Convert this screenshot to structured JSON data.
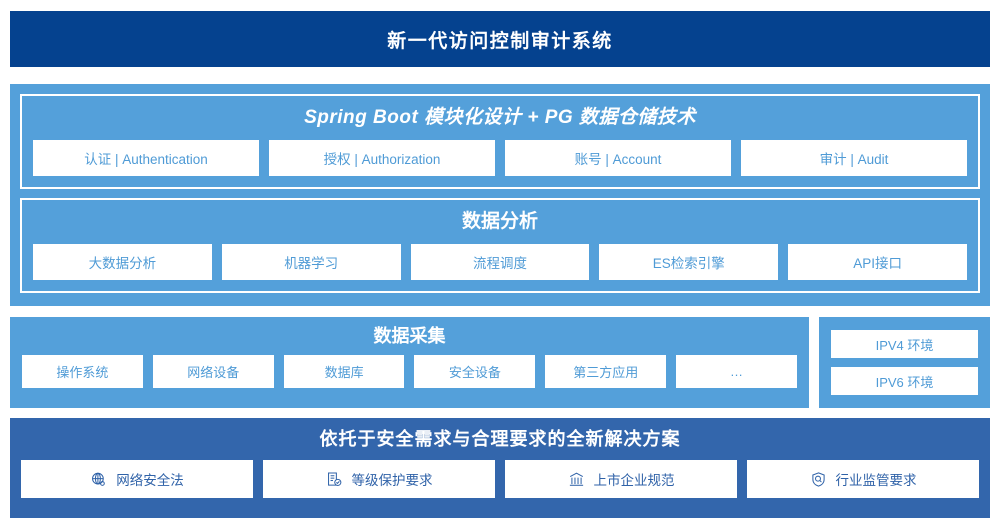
{
  "header": {
    "title": "新一代访问控制审计系统"
  },
  "platform": {
    "spring": {
      "title": "Spring Boot 模块化设计 + PG 数据仓储技术",
      "chips": [
        {
          "label": "认证 | Authentication"
        },
        {
          "label": "授权 | Authorization"
        },
        {
          "label": "账号 | Account"
        },
        {
          "label": "审计 | Audit"
        }
      ]
    },
    "analysis": {
      "title": "数据分析",
      "chips": [
        {
          "label": "大数据分析"
        },
        {
          "label": "机器学习"
        },
        {
          "label": "流程调度"
        },
        {
          "label": "ES检索引擎"
        },
        {
          "label": "API接口"
        }
      ]
    }
  },
  "collection": {
    "title": "数据采集",
    "chips": [
      {
        "label": "操作系统"
      },
      {
        "label": "网络设备"
      },
      {
        "label": "数据库"
      },
      {
        "label": "安全设备"
      },
      {
        "label": "第三方应用"
      },
      {
        "label": "…"
      }
    ],
    "environments": [
      {
        "label": "IPV4 环境"
      },
      {
        "label": "IPV6 环境"
      }
    ]
  },
  "solution": {
    "title": "依托于安全需求与合理要求的全新解决方案",
    "chips": [
      {
        "label": "网络安全法",
        "icon": "globe-icon"
      },
      {
        "label": "等级保护要求",
        "icon": "document-check-icon"
      },
      {
        "label": "上市企业规范",
        "icon": "bank-icon"
      },
      {
        "label": "行业监管要求",
        "icon": "shield-search-icon"
      }
    ]
  },
  "colors": {
    "header_blue": "#05428f",
    "panel_light_blue": "#54a0da",
    "solution_blue": "#3366ac",
    "chip_text": "#4f9bd6",
    "solution_chip_text": "#2f62a8",
    "chip_background": "#ffffff"
  }
}
